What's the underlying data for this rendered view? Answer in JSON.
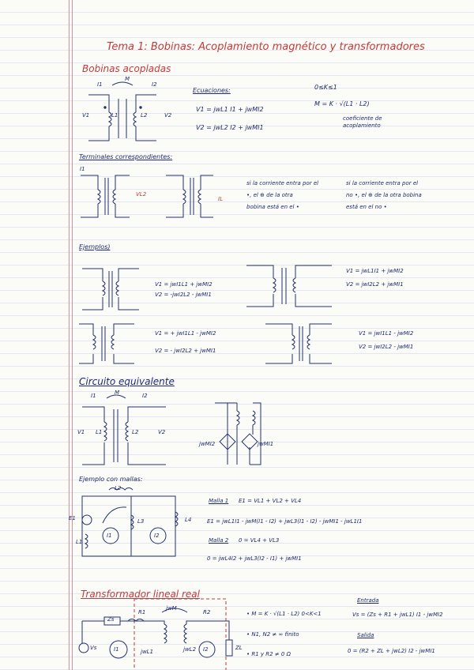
{
  "title": "Tema 1: Bobinas: Acoplamiento magnético y transformadores",
  "sections": {
    "coupled": {
      "heading": "Bobinas acopladas",
      "labels": {
        "i1": "I1",
        "i2": "I2",
        "m": "M",
        "v1": "V1",
        "v2": "V2",
        "l1": "L1",
        "l2": "L2"
      },
      "eq_title": "Ecuaciones:",
      "eq1": "V1 = jwL1 I1 + jwMI2",
      "eq2": "V2 = jwL2 I2 + jwMI1",
      "k_range": "0≤K≤1",
      "m_formula": "M = K · √(L1 · L2)",
      "coef_note1": "coeficiente de",
      "coef_note2": "acoplamiento"
    },
    "terminals": {
      "heading": "Terminales correspondientes:",
      "note1_l1": "si la corriente entra por el",
      "note1_l2": "•, el ⊕ de la otra",
      "note1_l3": "bobina está en el •",
      "note2_l1": "si la corriente entra por el",
      "note2_l2": "no •, el ⊕ de la otra bobina",
      "note2_l3": "está en el no •",
      "vl2": "VL2",
      "il": "IL",
      "i1": "I1"
    },
    "examples": {
      "heading": "Ejemplos)",
      "ex1_v1": "V1 = jwI1L1 + jwMI2",
      "ex1_v2": "V2 = -jwI2L2 - jwMI1",
      "ex2_v1": "V1 = jwL1I1 + jwMI2",
      "ex2_v2": "V2 = jwI2L2 + jwMI1",
      "ex3_v1": "V1 = + jwI1L1 - jwMI2",
      "ex3_v2": "V2 = - jwI2L2 + jwMI1",
      "ex4_v1": "V1 = jwI1L1 - jwMI2",
      "ex4_v2": "V2 = jwI2L2 - jwMI1"
    },
    "equivalent": {
      "heading": "Circuito equivalente",
      "src1": "jwMI2",
      "src2": "jwMI1",
      "i1": "I1",
      "i2": "I2",
      "m": "M",
      "v1": "V1",
      "v2": "V2",
      "l1": "L1",
      "l2": "L2"
    },
    "mesh": {
      "heading": "Ejemplo con mallas:",
      "e1": "E1",
      "l1": "L1",
      "l2": "L2",
      "l3": "L3",
      "l4": "L4",
      "mesh1_title": "Malla 1",
      "mesh1_eq": "E1 = VL1 + VL2 + VL4",
      "mesh1_eq2": "E1 = jwL1I1 - jwM(I1 - I2) + jwL3(I1 - I2) - jwMI1 - jwL1I1",
      "mesh2_title": "Malla 2",
      "mesh2_eq": "0 = VL4 + VL3",
      "mesh2_eq2": "0 = jwL4I2 + jwL3(I2 - I1) + jwMI1",
      "loop1": "I1",
      "loop2": "I2"
    },
    "transformer": {
      "heading": "Transformador lineal real",
      "bullet1": "• M = K · √(L1 · L2)     0<K<1",
      "bullet2": "• N1, N2 ≠ ∞   finito",
      "bullet3": "• R1 y R2 ≠ 0 Ω",
      "input_title": "Entrada",
      "input_eq": "Vs = (Zs + R1 + jwL1) I1 - jwMI2",
      "output_title": "Salida",
      "output_eq": "0 = (R2 + ZL + jwL2) I2 - jwMI1",
      "zs": "Zs",
      "vs": "Vs",
      "r1": "R1",
      "r2": "R2",
      "jwm": "jwM",
      "jwl1": "jwL1",
      "jwl2": "jwL2",
      "zl": "ZL",
      "i1": "I1",
      "i2": "I2"
    }
  },
  "colors": {
    "ink": "#22306e",
    "accent": "#c43a3a",
    "margin": "#e58c94"
  }
}
